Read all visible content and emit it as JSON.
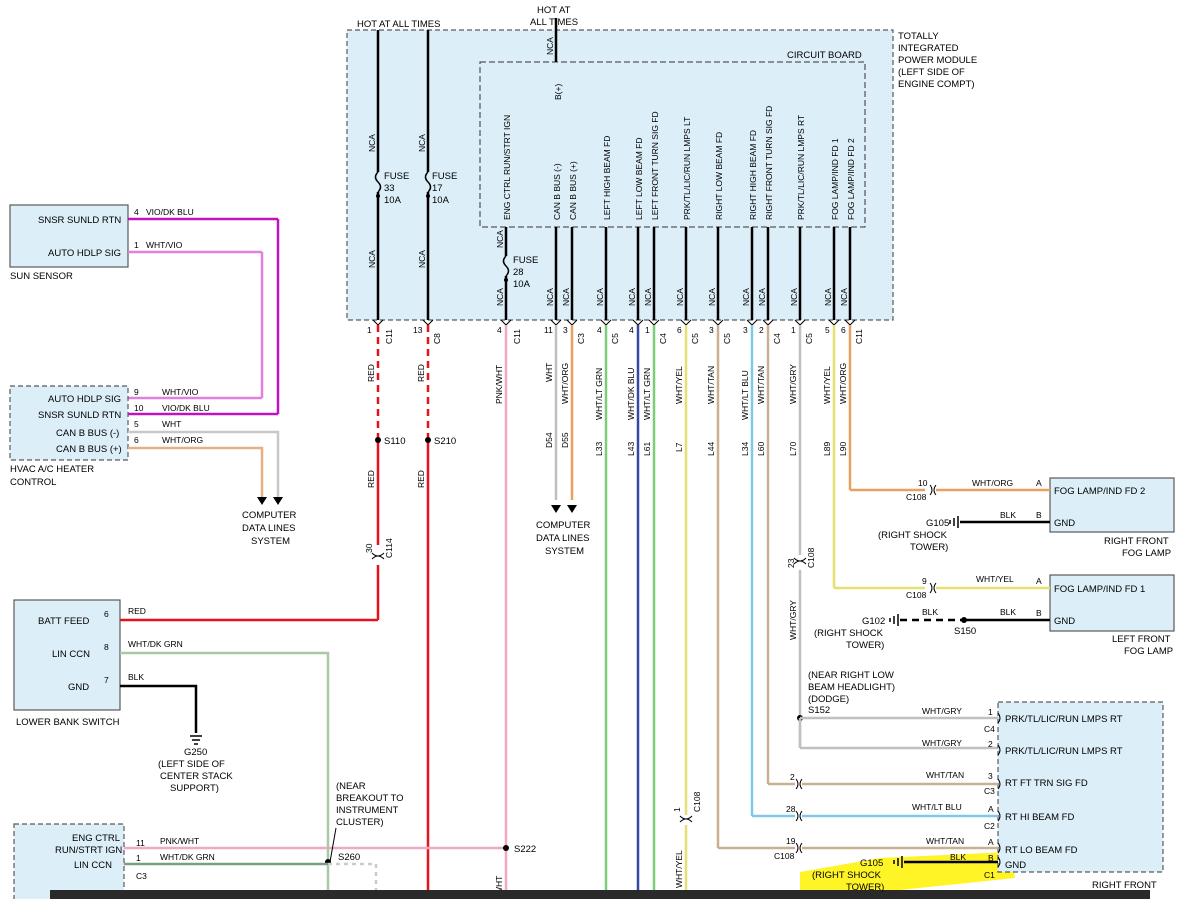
{
  "hot_at_all_times_1": "HOT AT ALL TIMES",
  "hot_at_all_times_2": [
    "HOT AT",
    "ALL TIMES"
  ],
  "tipm": {
    "title": [
      "TOTALLY",
      "INTEGRATED",
      "POWER MODULE",
      "(LEFT SIDE OF",
      "ENGINE COMPT)"
    ],
    "circuit_board": "CIRCUIT BOARD",
    "b_plus": "B(+)",
    "nca": "NCA",
    "fuse33": [
      "FUSE",
      "33",
      "10A"
    ],
    "fuse17": [
      "FUSE",
      "17",
      "10A"
    ],
    "fuse28": [
      "FUSE",
      "28",
      "10A"
    ],
    "circuits": [
      "ENG CTRL RUN/STRT IGN",
      "CAN B BUS (-)",
      "CAN B BUS (+)",
      "LEFT HIGH BEAM FD",
      "LEFT LOW BEAM FD",
      "LEFT FRONT TURN SIG FD",
      "PRK/TL/LIC/RUN LMPS LT",
      "RIGHT LOW BEAM FD",
      "RIGHT HIGH BEAM FD",
      "RIGHT FRONT TURN SIG FD",
      "PRK/TL/LIC/RUN LMPS RT",
      "FOG LAMP/IND FD 1",
      "FOG LAMP/IND FD 2"
    ],
    "pins": [
      "1",
      "13",
      "4",
      "11",
      "3",
      "4",
      "4",
      "1",
      "6",
      "3",
      "3",
      "2",
      "1",
      "5",
      "6"
    ],
    "connectors": [
      "C11",
      "C8",
      "C11",
      "C3",
      "C5",
      "C4",
      "C5",
      "C5",
      "C4",
      "C5",
      "C11"
    ]
  },
  "wire_colors_vertical": {
    "red1": "RED",
    "red2": "RED",
    "red3": "RED",
    "red4": "RED",
    "pnk": "PNK/WHT",
    "wht": "WHT",
    "whtorg": "WHT/ORG",
    "whtltgrn": "WHT/LT GRN",
    "whtdkblu": "WHT/DK BLU",
    "whtltgrn2": "WHT/LT GRN",
    "whtyel": "WHT/YEL",
    "whttan": "WHT/TAN",
    "whtltblu": "WHT/LT BLU",
    "whttan2": "WHT/TAN",
    "whtgry": "WHT/GRY",
    "whtyel2": "WHT/YEL",
    "whtorg2": "WHT/ORG",
    "whtgry2": "WHT/GRY",
    "whtyel3": "WHT/YEL",
    "wht_bottom": "WHT"
  },
  "circuit_ids": [
    "D54",
    "D55",
    "L33",
    "L43",
    "L61",
    "L7",
    "L44",
    "L34",
    "L60",
    "L70",
    "L89",
    "L90"
  ],
  "splices": {
    "s110": "S110",
    "s210": "S210",
    "s222": "S222",
    "s260": "S260",
    "s150": "S150",
    "s152": "S152"
  },
  "sun_sensor": {
    "title": "SUN SENSOR",
    "pin4": "SNSR SUNLD RTN",
    "pin4_num": "4",
    "pin4_wire": "VIO/DK BLU",
    "pin1": "AUTO HDLP SIG",
    "pin1_num": "1",
    "pin1_wire": "WHT/VIO"
  },
  "hvac": {
    "title": [
      "HVAC A/C HEATER",
      "CONTROL"
    ],
    "rows": [
      {
        "label": "AUTO HDLP SIG",
        "pin": "9",
        "wire": "WHT/VIO"
      },
      {
        "label": "SNSR SUNLD RTN",
        "pin": "10",
        "wire": "VIO/DK BLU"
      },
      {
        "label": "CAN B BUS (-)",
        "pin": "5",
        "wire": "WHT"
      },
      {
        "label": "CAN B BUS (+)",
        "pin": "6",
        "wire": "WHT/ORG"
      }
    ]
  },
  "computer_data_lines": [
    "COMPUTER",
    "DATA LINES",
    "SYSTEM"
  ],
  "c114": {
    "pin": "30",
    "conn": "C114"
  },
  "lower_bank_switch": {
    "title": "LOWER BANK SWITCH",
    "rows": [
      {
        "label": "BATT FEED",
        "pin": "6",
        "wire": "RED"
      },
      {
        "label": "LIN CCN",
        "pin": "8",
        "wire": "WHT/DK GRN"
      },
      {
        "label": "GND",
        "pin": "7",
        "wire": "BLK"
      }
    ]
  },
  "g250": [
    "G250",
    "(LEFT SIDE OF",
    "CENTER STACK",
    "SUPPORT)"
  ],
  "near_breakout": [
    "(NEAR",
    "BREAKOUT TO",
    "INSTRUMENT",
    "CLUSTER)"
  ],
  "bottom_module": {
    "rows": [
      {
        "label": "ENG CTRL",
        "pin": "",
        "wire": ""
      },
      {
        "label": "RUN/STRT IGN",
        "pin": "11",
        "wire": "PNK/WHT"
      },
      {
        "label": "LIN CCN",
        "pin": "1",
        "wire": "WHT/DK GRN"
      }
    ],
    "conn": "C3"
  },
  "fog2": {
    "title": "FOG LAMP/IND FD 2",
    "gnd": "GND",
    "pin_a": "A",
    "pin_b": "B",
    "wire": "WHT/ORG",
    "pin": "10",
    "conn": "C108",
    "gnd_wire": "BLK",
    "ground": [
      "G105",
      "(RIGHT SHOCK",
      "TOWER)"
    ],
    "caption": [
      "RIGHT FRONT",
      "FOG LAMP"
    ]
  },
  "fog1": {
    "title": "FOG LAMP/IND FD 1",
    "gnd": "GND",
    "pin_a": "A",
    "pin_b": "B",
    "wire": "WHT/YEL",
    "pin": "9",
    "conn": "C108",
    "gnd_wire": "BLK",
    "gnd_wire2": "BLK",
    "ground": [
      "G102",
      "(RIGHT SHOCK",
      "TOWER)"
    ],
    "caption": [
      "LEFT FRONT",
      "FOG LAMP"
    ]
  },
  "c108_vertical": {
    "pin": "23",
    "conn": "C108"
  },
  "near_right_low": [
    "(NEAR RIGHT LOW",
    "BEAM HEADLIGHT)",
    "(DODGE)"
  ],
  "c108_mid": {
    "pin": "1",
    "conn": "C108"
  },
  "headlamp": {
    "rows": [
      {
        "label": "PRK/TL/LIC/RUN LMPS RT",
        "pin": "1",
        "conn": "C4",
        "wire": "WHT/GRY",
        "cpin": ""
      },
      {
        "label": "PRK/TL/LIC/RUN LMPS RT",
        "pin": "2",
        "conn": "",
        "wire": "WHT/GRY",
        "cpin": ""
      },
      {
        "label": "RT FT TRN SIG FD",
        "pin": "3",
        "conn": "C3",
        "wire": "WHT/TAN",
        "cpin": "2"
      },
      {
        "label": "RT HI BEAM FD",
        "pin": "A",
        "conn": "C2",
        "wire": "WHT/LT BLU",
        "cpin": "28"
      },
      {
        "label": "RT LO BEAM FD",
        "pin": "A",
        "conn": "",
        "wire": "WHT/TAN",
        "cpin": "19"
      },
      {
        "label": "GND",
        "pin": "B",
        "conn": "C1",
        "wire": "BLK",
        "cpin": ""
      }
    ],
    "c108": "C108",
    "ground": [
      "G105",
      "(RIGHT SHOCK",
      "TOWER)"
    ],
    "caption": "RIGHT FRONT"
  },
  "colors": {
    "red": "#e8101a",
    "pink": "#f2a7c4",
    "violet": "#c012c0",
    "lt_violet": "#e080e0",
    "orange": "#e8a060",
    "lt_green": "#7ccc7c",
    "dk_blue": "#3448a8",
    "yellow": "#e6e070",
    "tan": "#c8b090",
    "lt_blue": "#80c8e8",
    "gray": "#a0a0a0",
    "dk_green": "#7aa07a",
    "box_fill": "#dceef8",
    "highlight": "#fff200"
  }
}
